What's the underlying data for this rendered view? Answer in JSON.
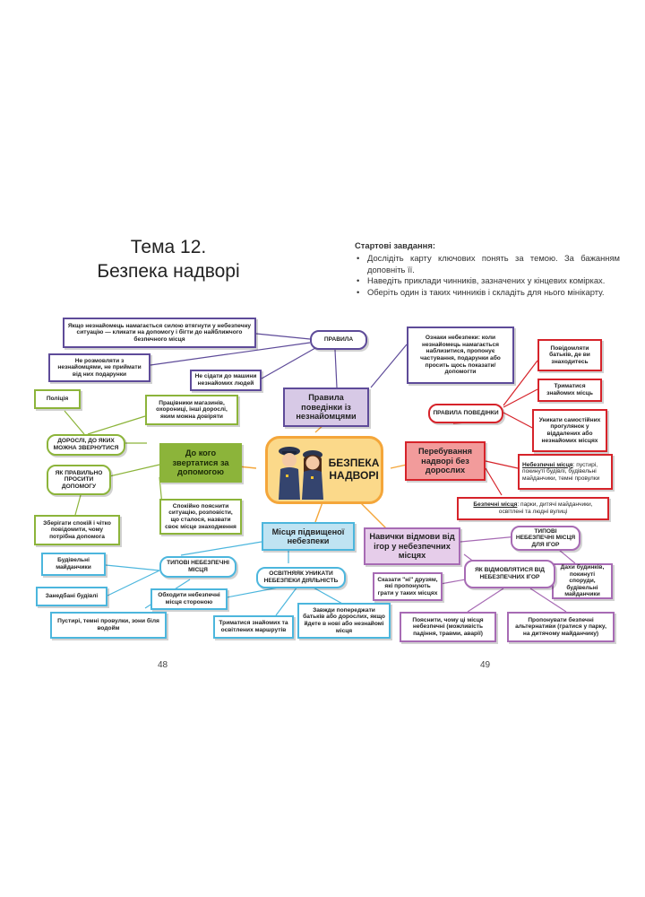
{
  "title_lines": [
    "Тема 12.",
    "Безпека надворі"
  ],
  "tasks": {
    "heading": "Стартові завдання:",
    "items": [
      "Дослідіть карту ключових понять за темою. За бажанням доповніть її.",
      "Наведіть приклади чинників, зазначених у кінцевих комірках.",
      "Оберіть один із таких чинників і складіть для нього мінікарту."
    ]
  },
  "center": "БЕЗПЕКА НАДВОРІ",
  "strangers": {
    "title": "Правила поведінки із незнайомцями",
    "rules": "ПРАВИЛА",
    "items": [
      "Якщо незнайомець намагається силою втягнути у небезпечну ситуацію — кликати на допомогу і бігти до найближчого безпечного місця",
      "Не розмовляти з незнайомцями, не приймати від них подарунки",
      "Не сідати до машини незнайомих людей",
      "Ознаки небезпеки: коли незнайомець намагається наблизитися, пропонує частування, подарунки або просить щось показати/допомогти"
    ]
  },
  "help": {
    "title": "До кого звертатися за допомогою",
    "node1": "ДОРОСЛІ, ДО ЯКИХ МОЖНА ЗВЕРНУТИСЯ",
    "node2": "ЯК ПРАВИЛЬНО ПРОСИТИ ДОПОМОГУ",
    "items": [
      "Поліція",
      "Працівники магазинів, охорониці, інші дорослі, яким можна довіряти",
      "Зберігати спокій і чітко повідомити, чому потрібна допомога",
      "Спокійно пояснити ситуацію, розповісти, що сталося, назвати своє місце знаходження"
    ]
  },
  "outdoor": {
    "title": "Перебування надворі без дорослих",
    "rules": "ПРАВИЛА ПОВЕДІНКИ",
    "items": [
      "Повідомляти батьків, де ви знаходитесь",
      "Триматися знайомих місць",
      "Уникати самостійних прогулянок у віддалених або незнайомих місцях"
    ],
    "danger_label": "Небезпечні місця",
    "danger_text": ": пустирі, покинуті будівлі, будівельні майданчики, темні провулки",
    "safe_label": "Безпечні місця",
    "safe_text": ": парки, дитячі майданчики, освітлені та людні вулиці"
  },
  "risk": {
    "title": "Місця підвищеної небезпеки",
    "typical": "ТИПОВІ НЕБЕЗПЕЧНІ МІСЦЯ",
    "avoid": "ОСВІТНЯЯК УНИКАТИ НЕБЕЗПЕКИ ДІЯЛЬНІСТЬ",
    "items": [
      "Будівельні майданчики",
      "Занедбані будівлі",
      "Пустирі, темні провулки, зони біля водойм",
      "Обходити небезпечні місця стороною",
      "Триматися знайомих та освітлених маршрутів",
      "Завжди попереджати батьків або дорослих, якщо йдете в нові або незнайомі місця"
    ]
  },
  "refuse": {
    "title": "Навички відмови від ігор у небезпечних місцях",
    "typical": "ТИПОВІ НЕБЕЗПЕЧНІ МІСЦЯ ДЛЯ ІГОР",
    "how": "ЯК ВІДМОВЛЯТИСЯ ВІД НЕБЕЗПЕЧНИХ ІГОР",
    "items": [
      "Дахи будинків, покинуті споруди, будівельні майданчики",
      "Сказати \"ні\" друзям, які пропонують грати у таких місцях",
      "Пояснити, чому ці місця небезпечні (можливість падіння, травми, аварії)",
      "Пропонувати безпечні альтернативи (гратися у парку, на дитячому майданчику)"
    ]
  },
  "pages": [
    "48",
    "49"
  ],
  "colors": {
    "purple": "#5e4b99",
    "red": "#d6232a",
    "green": "#8cb43a",
    "blue": "#4cb6dd",
    "violet": "#a76bb4",
    "orange": "#f4a63a"
  }
}
